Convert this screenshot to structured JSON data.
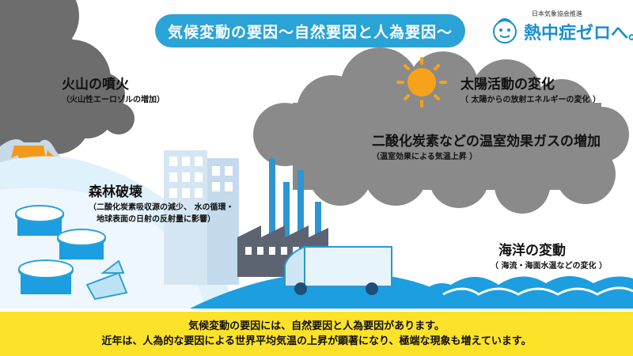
{
  "banner": {
    "title": "気候変動の要因〜自然要因と人為要因〜"
  },
  "brand": {
    "org": "日本気象協会推進",
    "name": "熱中症ゼロへ。"
  },
  "labels": {
    "volcano": {
      "title": "火山の噴火",
      "sub": "（火山性エーロゾルの増加）"
    },
    "solar": {
      "title": "太陽活動の変化",
      "sub": "（ 太陽からの放射エネルギーの変化 ）"
    },
    "ghg": {
      "title": "二酸化炭素などの温室効果ガスの増加",
      "sub": "（温室効果による気温上昇 ）"
    },
    "forest": {
      "title": "森林破壊",
      "sub1": "（二酸化炭素吸収源の減少、 水の循環・",
      "sub2": "地球表面の日射の反射量に影響）"
    },
    "ocean": {
      "title": "海洋の変動",
      "sub": "（ 海流・海面水温などの変化 ）"
    }
  },
  "footer": {
    "line1": "気候変動の要因には、自然要因と人為要因があります。",
    "line2": "近年は、人為的な要因による世界平均気温の上昇が顕著になり、極端な現象も増えています。"
  },
  "colors": {
    "accent_blue": "#2aa3d6",
    "sky_light": "#dff1fb",
    "smoke_gray": "#6d6d6d",
    "cloud_gray": "#8a8a8a",
    "sun": "#f7a21b",
    "footer_yellow": "#fde22a",
    "building_blue": "#2d96d2"
  }
}
